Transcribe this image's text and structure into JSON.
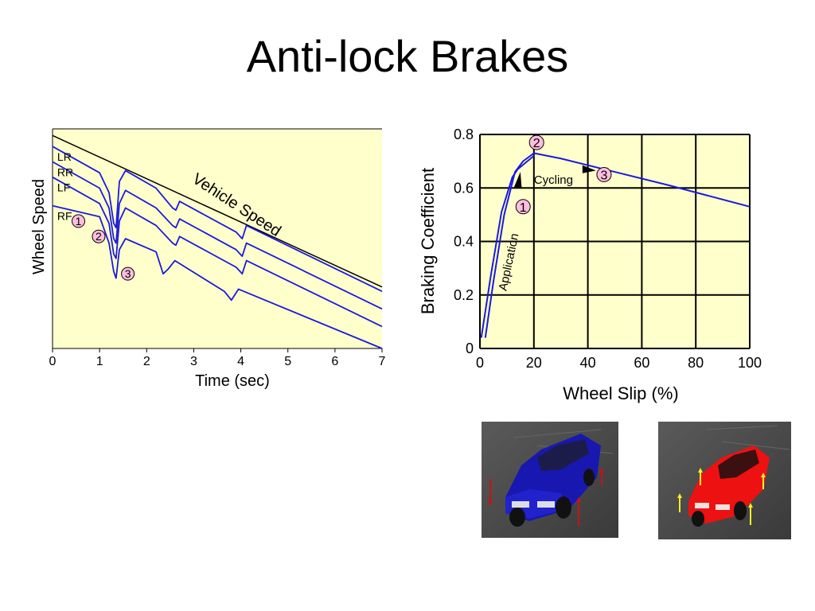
{
  "slide": {
    "title": "Anti-lock Brakes"
  },
  "chart_data": [
    {
      "type": "line",
      "title": "",
      "xlabel": "Time (sec)",
      "ylabel": "Wheel Speed",
      "xlim": [
        0,
        7
      ],
      "x_ticks": [
        "0",
        "1",
        "2",
        "3",
        "4",
        "5",
        "6",
        "7"
      ],
      "grid": false,
      "background": "#ffffcc",
      "vehicle_speed": {
        "label": "Vehicle Speed",
        "color": "#000000",
        "start_y": 0.97,
        "end_y": 0.28
      },
      "series": [
        {
          "name": "LR",
          "color": "#1a1adb",
          "x": [
            0,
            1.0,
            1.2,
            1.3,
            1.35,
            1.42,
            1.55,
            2.2,
            2.55,
            2.62,
            2.7,
            3.9,
            4.03,
            4.12,
            7
          ],
          "y": [
            0.92,
            0.8,
            0.71,
            0.57,
            0.55,
            0.76,
            0.81,
            0.73,
            0.64,
            0.63,
            0.67,
            0.53,
            0.5,
            0.56,
            0.26
          ]
        },
        {
          "name": "RR",
          "color": "#1a1adb",
          "x": [
            0,
            1.0,
            1.2,
            1.3,
            1.35,
            1.42,
            1.55,
            2.2,
            2.55,
            2.62,
            2.7,
            3.9,
            4.03,
            4.12,
            7
          ],
          "y": [
            0.85,
            0.73,
            0.64,
            0.5,
            0.48,
            0.66,
            0.72,
            0.64,
            0.56,
            0.55,
            0.59,
            0.45,
            0.42,
            0.48,
            0.18
          ]
        },
        {
          "name": "LF",
          "color": "#1a1adb",
          "x": [
            0,
            1.0,
            1.2,
            1.3,
            1.35,
            1.42,
            1.55,
            2.2,
            2.55,
            2.62,
            2.7,
            3.9,
            4.03,
            4.12,
            7
          ],
          "y": [
            0.78,
            0.66,
            0.57,
            0.43,
            0.41,
            0.58,
            0.64,
            0.56,
            0.48,
            0.47,
            0.51,
            0.37,
            0.34,
            0.4,
            0.1
          ]
        },
        {
          "name": "RF",
          "color": "#1a1adb",
          "x": [
            0,
            1.0,
            1.2,
            1.3,
            1.35,
            1.42,
            1.55,
            2.2,
            2.35,
            2.45,
            2.6,
            3.65,
            3.8,
            3.95,
            7
          ],
          "y": [
            0.65,
            0.6,
            0.48,
            0.35,
            0.32,
            0.45,
            0.5,
            0.44,
            0.34,
            0.36,
            0.4,
            0.26,
            0.22,
            0.27,
            0.0
          ]
        }
      ],
      "markers": [
        {
          "label": "1",
          "x": 0.55,
          "y": 0.58
        },
        {
          "label": "2",
          "x": 0.98,
          "y": 0.51
        },
        {
          "label": "3",
          "x": 1.6,
          "y": 0.34
        }
      ]
    },
    {
      "type": "line",
      "title": "",
      "xlabel": "Wheel Slip (%)",
      "ylabel": "Braking Coefficient",
      "xlim": [
        0,
        100
      ],
      "ylim": [
        0,
        0.8
      ],
      "x_ticks": [
        "0",
        "20",
        "40",
        "60",
        "80",
        "100"
      ],
      "y_ticks": [
        "0",
        "0.2",
        "0.4",
        "0.6",
        "0.8"
      ],
      "grid": true,
      "background": "#ffffcc",
      "series": [
        {
          "name": "",
          "color": "#1a1adb",
          "x": [
            2,
            5,
            9,
            13,
            16,
            20,
            30,
            50,
            70,
            100
          ],
          "y": [
            0.04,
            0.25,
            0.5,
            0.66,
            0.7,
            0.73,
            0.71,
            0.66,
            0.61,
            0.53
          ]
        },
        {
          "name": "",
          "color": "#1a1adb",
          "x": [
            0.5,
            4,
            8,
            12,
            14,
            20
          ],
          "y": [
            0.04,
            0.27,
            0.51,
            0.64,
            0.67,
            0.72
          ]
        }
      ],
      "annotations": [
        {
          "text": "Application",
          "x": 10,
          "y": 0.2
        },
        {
          "text": "Cycling",
          "x": 20,
          "y": 0.63
        }
      ],
      "markers": [
        {
          "label": "1",
          "x": 16,
          "y": 0.53
        },
        {
          "label": "2",
          "x": 21,
          "y": 0.77
        },
        {
          "label": "3",
          "x": 46,
          "y": 0.65
        }
      ]
    }
  ],
  "photos": [
    {
      "description_icon": "blue-car-icon",
      "body_color": "#1818b0",
      "arrow_color": "#cc1111"
    },
    {
      "description_icon": "red-car-icon",
      "body_color": "#ee1111",
      "arrow_color": "#ffee22"
    }
  ]
}
